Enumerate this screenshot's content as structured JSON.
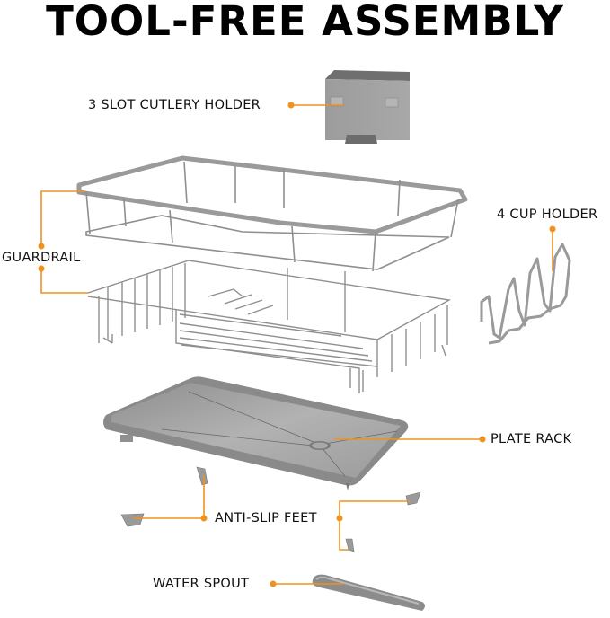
{
  "title": "TOOL-FREE ASSEMBLY",
  "colors": {
    "accent": "#f0921e",
    "part_gray": "#9a9a9a",
    "part_dark": "#7d7d7d",
    "text": "#111111"
  },
  "callouts": {
    "cutlery_holder": "3 SLOT CUTLERY HOLDER",
    "guardrail": "GUARDRAIL",
    "cup_holder": "4 CUP HOLDER",
    "plate_rack": "PLATE RACK",
    "anti_slip_feet": "ANTI-SLIP FEET",
    "water_spout": "WATER SPOUT"
  },
  "parts": [
    {
      "id": "cutlery-holder",
      "icon": "cutlery-holder-icon"
    },
    {
      "id": "guardrail-frame",
      "icon": "guardrail-frame-icon"
    },
    {
      "id": "wire-basket",
      "icon": "wire-basket-icon"
    },
    {
      "id": "cup-holder",
      "icon": "cup-holder-icon"
    },
    {
      "id": "drip-tray",
      "icon": "drip-tray-icon"
    },
    {
      "id": "anti-slip-feet",
      "icon": "foot-icon"
    },
    {
      "id": "water-spout",
      "icon": "water-spout-icon"
    }
  ]
}
